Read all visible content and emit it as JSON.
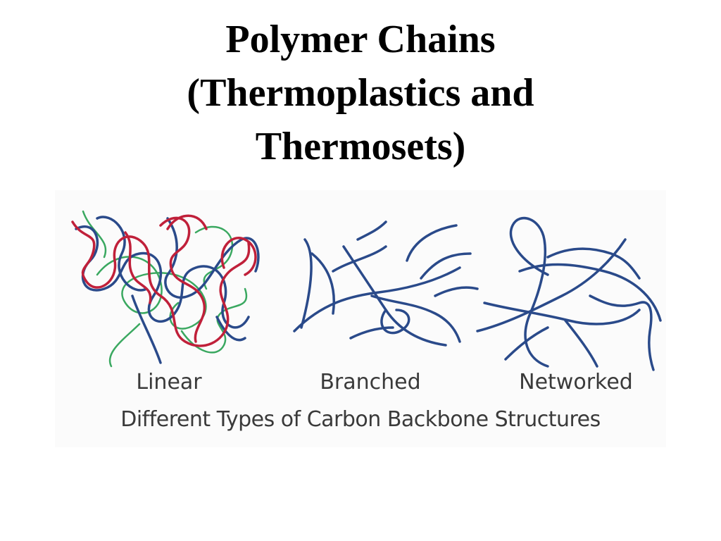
{
  "slide": {
    "title_lines": [
      "Polymer Chains",
      "(Thermoplastics and",
      "Thermosets)"
    ]
  },
  "figure": {
    "panels": [
      {
        "label": "Linear",
        "colors": [
          "#c0203a",
          "#2a4a8a",
          "#3aa860"
        ]
      },
      {
        "label": "Branched",
        "colors": [
          "#2a4a8a"
        ]
      },
      {
        "label": "Networked",
        "colors": [
          "#2a4a8a"
        ]
      }
    ],
    "caption": "Different Types of Carbon Backbone Structures"
  }
}
